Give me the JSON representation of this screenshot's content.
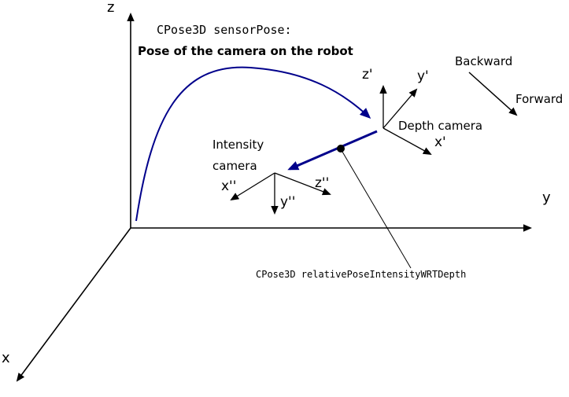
{
  "colors": {
    "background": "#ffffff",
    "line": "#000000",
    "accent": "#00008b"
  },
  "main_axes": {
    "x": "x",
    "y": "y",
    "z": "z"
  },
  "sensor_pose": {
    "code": "CPose3D sensorPose:",
    "description": "Pose of the camera on the robot"
  },
  "depth_camera": {
    "label": "Depth camera",
    "axes": {
      "x": "x'",
      "y": "y'",
      "z": "z'"
    }
  },
  "intensity_camera": {
    "label_line1": "Intensity",
    "label_line2": "camera",
    "axes": {
      "x": "x''",
      "y": "y''",
      "z": "z''"
    }
  },
  "relative_pose": {
    "code": "CPose3D relativePoseIntensityWRTDepth"
  },
  "direction_labels": {
    "backward": "Backward",
    "forward": "Forward"
  }
}
